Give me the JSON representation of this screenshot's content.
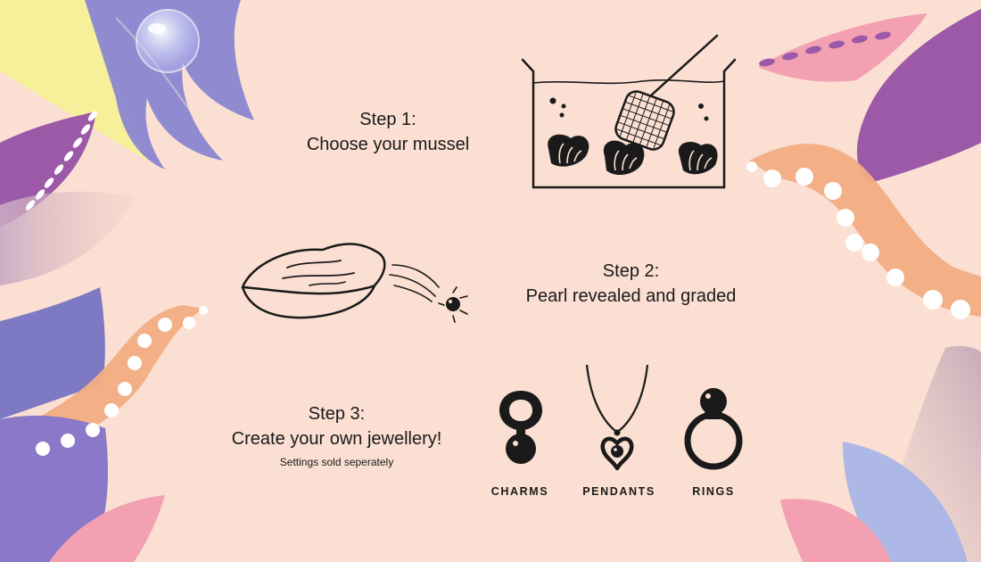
{
  "steps": [
    {
      "title": "Step 1:",
      "description": "Choose your mussel"
    },
    {
      "title": "Step 2:",
      "description": "Pearl revealed and graded"
    },
    {
      "title": "Step 3:",
      "description": "Create your own jewellery!",
      "note": "Settings sold seperately"
    }
  ],
  "jewellery_options": [
    "CHARMS",
    "PENDANTS",
    "RINGS"
  ],
  "colors": {
    "background": "#fadfd2",
    "ink": "#1a1a1a",
    "purple": "#9b59a8",
    "violet": "#7e79c3",
    "peach": "#f2ad83",
    "pink": "#f2a0b2",
    "yellow": "#f7f09a",
    "pearl": "#ffffff"
  }
}
